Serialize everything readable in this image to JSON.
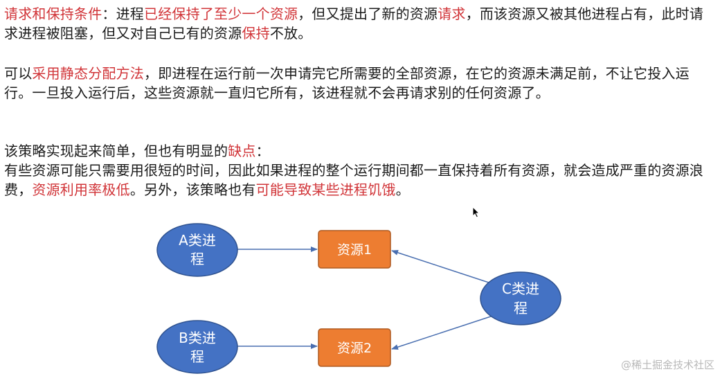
{
  "paragraph1": {
    "lead": "请求和保持条件",
    "s1": "：进程",
    "hl1": "已经保持了至少一个资源",
    "s2": "，但又提出了新的资源",
    "hl2": "请求",
    "s3": "，而该资源又被其他进程占有，此时请求进程被阻塞，但又对自己已有的资源",
    "hl3": "保持",
    "s4": "不放。"
  },
  "paragraph2": {
    "s1": "可以",
    "hl1": "采用静态分配方法",
    "s2": "，即进程在运行前一次申请完它所需要的全部资源，在它的资源未满足前，不让它投入运行。一旦投入运行后，这些资源就一直归它所有，该进程就不会再请求别的任何资源了。"
  },
  "paragraph3": {
    "line1_s1": "该策略实现起来简单，但也有明显的",
    "line1_hl": "缺点",
    "line1_s2": "：",
    "s1": "有些资源可能只需要用很短的时间，因此如果进程的整个运行期间都一直保持着所有资源，就会造成严重的资源浪费，",
    "hl1": "资源利用率极低",
    "s2": "。另外，该策略也有",
    "hl2": "可能导致某些进程饥饿",
    "s3": "。"
  },
  "diagram": {
    "nodeA": {
      "line1": "A类进",
      "line2": "程"
    },
    "nodeB": {
      "line1": "B类进",
      "line2": "程"
    },
    "nodeC": {
      "line1": "C类进",
      "line2": "程"
    },
    "res1": "资源1",
    "res2": "资源2",
    "colors": {
      "ellipse": "#4472c4",
      "ellipse_stroke": "#2f528f",
      "box": "#ed7d31",
      "box_stroke": "#ae5a21",
      "arrow": "#4a6fb0"
    }
  },
  "watermark": "@稀土掘金技术社区",
  "colors": {
    "highlight": "#d13438",
    "text": "#1a1a1a"
  }
}
